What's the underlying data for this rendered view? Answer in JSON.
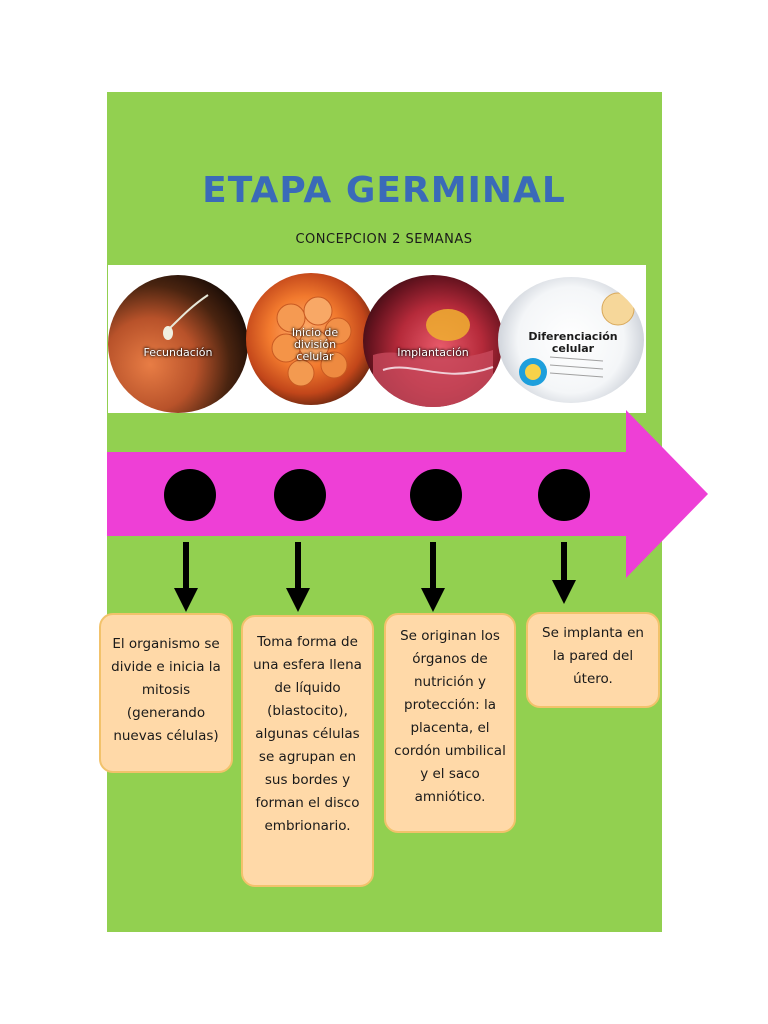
{
  "title": "ETAPA GERMINAL",
  "subtitle": "CONCEPCION 2 SEMANAS",
  "images": [
    {
      "label": "Fecundación",
      "icon": "sperm-egg-image"
    },
    {
      "label": "Inicio de división celular",
      "icon": "cell-division-image"
    },
    {
      "label": "Implantación",
      "icon": "implantation-image"
    },
    {
      "label": "Diferenciación celular",
      "icon": "cell-differentiation-image"
    }
  ],
  "colors": {
    "background": "#92d050",
    "arrow": "#ee3fd6",
    "title": "#3a6ab8",
    "box_fill": "#ffd9a8",
    "box_border": "#f2c26b"
  },
  "steps": [
    {
      "text": "El organismo se divide e inicia la mitosis (generando nuevas células)"
    },
    {
      "text": "Toma forma de una esfera llena de líquido (blastocito), algunas células se agrupan en sus bordes y forman el disco embrionario."
    },
    {
      "text": "Se originan los órganos de nutrición y protección: la placenta, el cordón umbilical y el saco amniótico."
    },
    {
      "text": "Se implanta en la pared del útero."
    }
  ]
}
